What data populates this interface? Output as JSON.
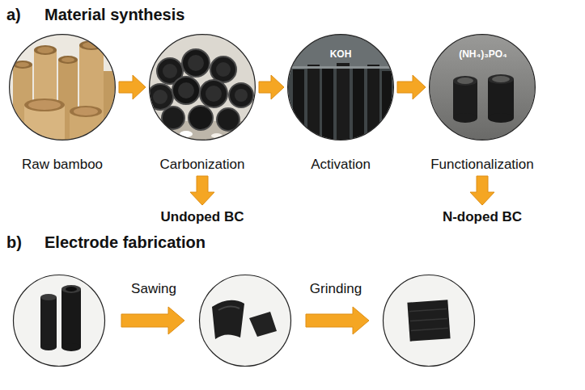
{
  "diagram": {
    "nodes": [
      {
        "text": [
          "Raw bamboo"
        ]
      },
      {
        "text": [
          "Carbonization"
        ]
      },
      {
        "text": [
          "Activation"
        ]
      },
      {
        "text": [
          "Functionalization"
        ]
      },
      {
        "text": [
          "Undoped BC"
        ]
      },
      {
        "text": [
          "N-doped BC"
        ]
      }
    ],
    "edges": [
      {
        "from": 0,
        "to": 1,
        "arrow": "to"
      },
      {
        "from": 1,
        "to": 2,
        "arrow": "to"
      },
      {
        "from": 2,
        "to": 3,
        "arrow": "to"
      },
      {
        "from": 1,
        "to": 4,
        "arrow": "to"
      },
      {
        "from": 3,
        "to": 5,
        "arrow": "to"
      }
    ],
    "labels": [
      "a)",
      "Material synthesis",
      "KOH",
      "(NH₄)₃PO₄",
      "b)",
      "Electrode fabrication",
      "Sawing",
      "Grinding"
    ]
  }
}
